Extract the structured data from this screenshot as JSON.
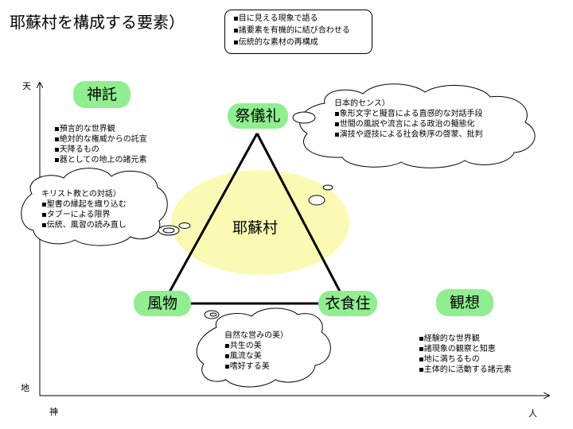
{
  "title": "耶蘇村を構成する要素）",
  "summary": {
    "items": [
      "▪目に見える現象で語る",
      "▪諸要素を有機的に結び合わせる",
      "▪伝統的な素材の再構成"
    ]
  },
  "axes": {
    "top_left": "天",
    "bottom_left": "地",
    "bottom_origin": "神",
    "right_end": "人"
  },
  "center": {
    "label": "耶蘇村"
  },
  "nodes": {
    "top": "祭儀礼",
    "bottom_left": "風物",
    "bottom_right": "衣食住"
  },
  "corners": {
    "shintaku": {
      "label": "神託",
      "items": [
        "▪預言的な世界観",
        "▪絶対的な権威からの託宣",
        "▪天降るもの",
        "▪器としての地上の諸元素"
      ]
    },
    "kanso": {
      "label": "観想",
      "items": [
        "▪経験的な世界観",
        "▪諸現象の観察と知恵",
        "▪地に満ちるもの",
        "▪主体的に活動する諸元素"
      ]
    }
  },
  "clouds": {
    "christian": {
      "heading": "キリスト教との対話）",
      "items": [
        "▪聖書の縁起を織り込む",
        "▪タブーによる限界",
        "▪伝統、風習の読み直し"
      ]
    },
    "japanese": {
      "heading": "日本的センス）",
      "items": [
        "▪象形文字と擬音による直感的な対話手段",
        "▪世間の風説や流言による政治の擬態化",
        "▪演技や遊技による社会秩序の啓蒙、批判"
      ]
    },
    "natural": {
      "heading": "自然な営みの美）",
      "items": [
        "▪共生の美",
        "▪風流な美",
        "▪嗜好する美"
      ]
    }
  },
  "colors": {
    "node_fill": "#90ee90",
    "center_fill": "#fafab4",
    "lines": "#000000"
  }
}
